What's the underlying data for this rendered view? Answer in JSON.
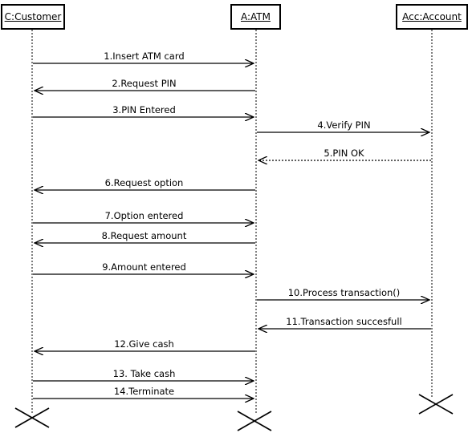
{
  "lifelines": [
    {
      "id": "customer",
      "label": "C:Customer"
    },
    {
      "id": "atm",
      "label": "A:ATM"
    },
    {
      "id": "account",
      "label": "Acc:Account"
    }
  ],
  "messages": [
    {
      "label": "1.Insert ATM card",
      "from": "customer",
      "to": "atm",
      "kind": "sync"
    },
    {
      "label": "2.Request PIN",
      "from": "atm",
      "to": "customer",
      "kind": "sync"
    },
    {
      "label": "3.PIN Entered",
      "from": "customer",
      "to": "atm",
      "kind": "sync"
    },
    {
      "label": "4.Verify PIN",
      "from": "atm",
      "to": "account",
      "kind": "sync"
    },
    {
      "label": "5.PIN OK",
      "from": "account",
      "to": "atm",
      "kind": "return"
    },
    {
      "label": "6.Request option",
      "from": "atm",
      "to": "customer",
      "kind": "sync"
    },
    {
      "label": "7.Option entered",
      "from": "customer",
      "to": "atm",
      "kind": "sync"
    },
    {
      "label": "8.Request amount",
      "from": "atm",
      "to": "customer",
      "kind": "sync"
    },
    {
      "label": "9.Amount entered",
      "from": "customer",
      "to": "atm",
      "kind": "sync"
    },
    {
      "label": "10.Process transaction()",
      "from": "atm",
      "to": "account",
      "kind": "sync"
    },
    {
      "label": "11.Transaction succesfull",
      "from": "account",
      "to": "atm",
      "kind": "sync"
    },
    {
      "label": "12.Give cash",
      "from": "atm",
      "to": "customer",
      "kind": "sync"
    },
    {
      "label": "13. Take cash",
      "from": "customer",
      "to": "atm",
      "kind": "sync"
    },
    {
      "label": "14.Terminate",
      "from": "customer",
      "to": "atm",
      "kind": "sync"
    }
  ]
}
